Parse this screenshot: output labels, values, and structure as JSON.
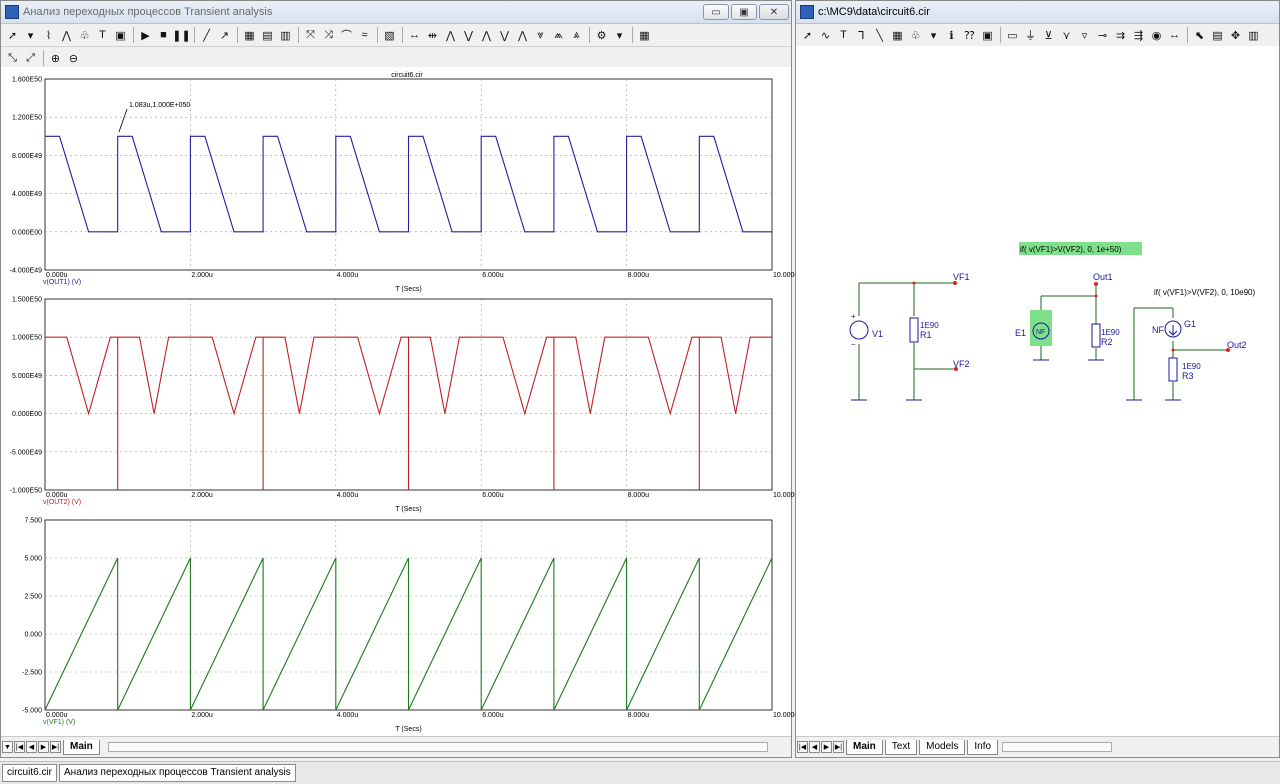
{
  "left_window": {
    "title": "Анализ переходных процессов Transient analysis",
    "min_label": "▭",
    "max_label": "▣",
    "close_label": "✕",
    "tabs": [
      "Main"
    ],
    "plot_title": "circuit6.cir",
    "annotation": "1.083u,1.000E+050"
  },
  "right_window": {
    "title": "c:\\MC9\\data\\circuit6.cir",
    "tabs": [
      "Main",
      "Text",
      "Models",
      "Info"
    ]
  },
  "taskbar": {
    "items": [
      "circuit6.cir",
      "Анализ переходных процессов Transient analysis"
    ]
  },
  "icons": [
    "pointer-icon",
    "chart-icons",
    "zoom-in-icon",
    "zoom-out-icon",
    "play-icon",
    "stop-icon",
    "pause-icon",
    "table-icon"
  ],
  "colors": {
    "series1": "#2020a0",
    "series2": "#c02020",
    "series3": "#1a7a1a",
    "highlight": "#7ee08a",
    "wire": "#1a6a1a",
    "node": "#e02020"
  },
  "chart_data": [
    {
      "type": "line",
      "xlabel": "T (Secs)",
      "ylabel": "v(OUT1) (V)",
      "x_ticks": [
        "0.000u",
        "2.000u",
        "4.000u",
        "6.000u",
        "8.000u",
        "10.000u"
      ],
      "y_ticks": [
        "1.600E50",
        "1.200E50",
        "8.000E49",
        "4.000E49",
        "0.000E00",
        "-4.000E49"
      ],
      "xlim": [
        0,
        10
      ],
      "ylim": [
        -4e+49,
        1.6e+50
      ],
      "series": [
        {
          "name": "v(OUT1) (V)",
          "x": [
            0,
            0.2,
            0.6,
            1,
            1,
            1.2,
            1.6,
            2,
            2,
            2.2,
            2.6,
            3,
            3,
            3.2,
            3.6,
            4,
            4,
            4.2,
            4.6,
            5,
            5,
            5.2,
            5.6,
            6,
            6,
            6.2,
            6.6,
            7,
            7,
            7.2,
            7.6,
            8,
            8,
            8.2,
            8.6,
            9,
            9,
            9.2,
            9.6,
            10
          ],
          "y": [
            1e+50,
            1e+50,
            0,
            0,
            1e+50,
            1e+50,
            0,
            0,
            1e+50,
            1e+50,
            0,
            0,
            1e+50,
            1e+50,
            0,
            0,
            1e+50,
            1e+50,
            0,
            0,
            1e+50,
            1e+50,
            0,
            0,
            1e+50,
            1e+50,
            0,
            0,
            1e+50,
            1e+50,
            0,
            0,
            1e+50,
            1e+50,
            0,
            0,
            1e+50,
            1e+50,
            0,
            0
          ]
        }
      ]
    },
    {
      "type": "line",
      "xlabel": "T (Secs)",
      "ylabel": "v(OUT2) (V)",
      "x_ticks": [
        "0.000u",
        "2.000u",
        "4.000u",
        "6.000u",
        "8.000u",
        "10.000u"
      ],
      "y_ticks": [
        "1.500E50",
        "1.000E50",
        "5.000E49",
        "0.000E00",
        "-5.000E49",
        "-1.000E50"
      ],
      "xlim": [
        0,
        10
      ],
      "ylim": [
        -1e+50,
        1.5e+50
      ],
      "series": [
        {
          "name": "v(OUT2) (V)",
          "x": [
            0,
            0.3,
            0.6,
            0.9,
            1,
            1,
            1,
            1.3,
            1.5,
            1.7,
            2,
            2.3,
            2.6,
            2.9,
            3,
            3,
            3,
            3.3,
            3.5,
            3.7,
            4,
            4.3,
            4.6,
            4.9,
            5,
            5,
            5,
            5.3,
            5.5,
            5.7,
            6,
            6.3,
            6.6,
            6.9,
            7,
            7,
            7,
            7.3,
            7.5,
            7.7,
            8,
            8.3,
            8.6,
            8.9,
            9,
            9,
            9,
            9.3,
            9.5,
            9.7,
            10
          ],
          "y": [
            1e+50,
            1e+50,
            0,
            1e+50,
            1e+50,
            -1e+50,
            1e+50,
            1e+50,
            0,
            1e+50,
            1e+50,
            1e+50,
            0,
            1e+50,
            1e+50,
            -1e+50,
            1e+50,
            1e+50,
            0,
            1e+50,
            1e+50,
            1e+50,
            0,
            1e+50,
            1e+50,
            -1e+50,
            1e+50,
            1e+50,
            0,
            1e+50,
            1e+50,
            1e+50,
            0,
            1e+50,
            1e+50,
            -1e+50,
            1e+50,
            1e+50,
            0,
            1e+50,
            1e+50,
            1e+50,
            0,
            1e+50,
            1e+50,
            -1e+50,
            1e+50,
            1e+50,
            0,
            1e+50,
            1e+50
          ]
        }
      ]
    },
    {
      "type": "line",
      "xlabel": "T (Secs)",
      "ylabel": "v(VF1) (V)",
      "x_ticks": [
        "0.000u",
        "2.000u",
        "4.000u",
        "6.000u",
        "8.000u",
        "10.000u"
      ],
      "y_ticks": [
        "7.500",
        "5.000",
        "2.500",
        "0.000",
        "-2.500",
        "-5.000"
      ],
      "xlim": [
        0,
        10
      ],
      "ylim": [
        -5,
        7.5
      ],
      "series": [
        {
          "name": "v(VF1) (V)",
          "x": [
            0,
            1,
            1,
            2,
            2,
            3,
            3,
            4,
            4,
            5,
            5,
            6,
            6,
            7,
            7,
            8,
            8,
            9,
            9,
            10
          ],
          "y": [
            -5,
            5,
            -5,
            5,
            -5,
            5,
            -5,
            5,
            -5,
            5,
            -5,
            5,
            -5,
            5,
            -5,
            5,
            -5,
            5,
            -5,
            5
          ]
        }
      ]
    }
  ],
  "schematic": {
    "labels": {
      "v1": "V1",
      "r1": "R1",
      "r1_val": "1E90",
      "vf1": "VF1",
      "vf2": "VF2",
      "out1": "Out1",
      "e1": "E1",
      "nf_e": "NF",
      "r2": "R2",
      "r2_val": "1E90",
      "g1": "G1",
      "nf_g": "NF",
      "r3": "R3",
      "r3_val": "1E90",
      "out2": "Out2",
      "expr1": "if( v(VF1)>V(VF2), 0, 1e+50)",
      "expr2": "if( v(VF1)>V(VF2), 0, 10e90)",
      "plus": "+",
      "minus": "−"
    }
  }
}
